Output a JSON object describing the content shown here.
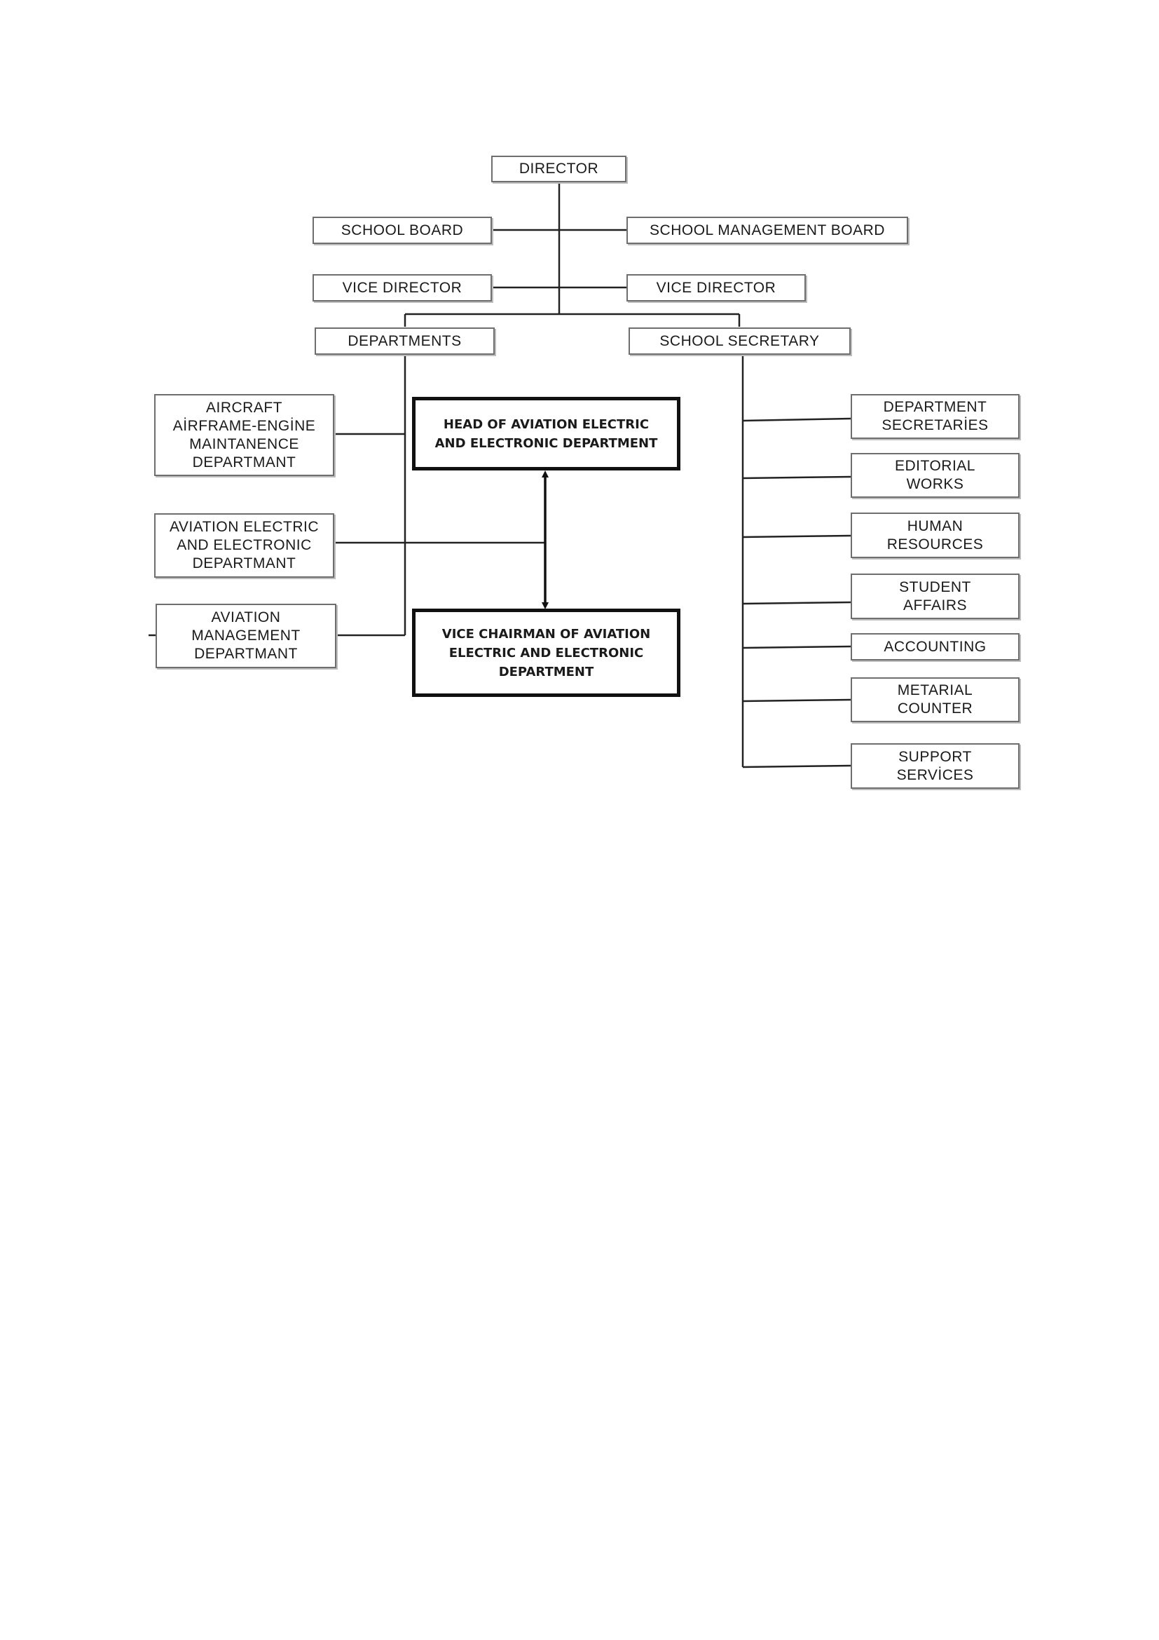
{
  "org_chart": {
    "director": "DIRECTOR",
    "school_board": "SCHOOL BOARD",
    "school_management_board": "SCHOOL MANAGEMENT BOARD",
    "vice_director_left": "VICE DIRECTOR",
    "vice_director_right": "VICE DIRECTOR",
    "departments": "DEPARTMENTS",
    "school_secretary": "SCHOOL SECRETARY",
    "department_list": [
      "AIRCRAFT\nAİRFRAME-ENGİNE\nMAINTANENCE\nDEPARTMANT",
      "AVIATION ELECTRIC\nAND ELECTRONIC\nDEPARTMANT",
      "AVIATION\nMANAGEMENT\nDEPARTMANT"
    ],
    "head_of_department": "HEAD OF AVIATION ELECTRIC\nAND ELECTRONIC DEPARTMENT",
    "vice_chairman": "VICE CHAIRMAN OF AVIATION\nELECTRIC AND ELECTRONIC\nDEPARTMENT",
    "secretary_units": [
      "DEPARTMENT\nSECRETARİES",
      "EDITORIAL\nWORKS",
      "HUMAN\nRESOURCES",
      "STUDENT\nAFFAIRS",
      "ACCOUNTING",
      "METARIAL\nCOUNTER",
      "SUPPORT\nSERVİCES"
    ]
  }
}
